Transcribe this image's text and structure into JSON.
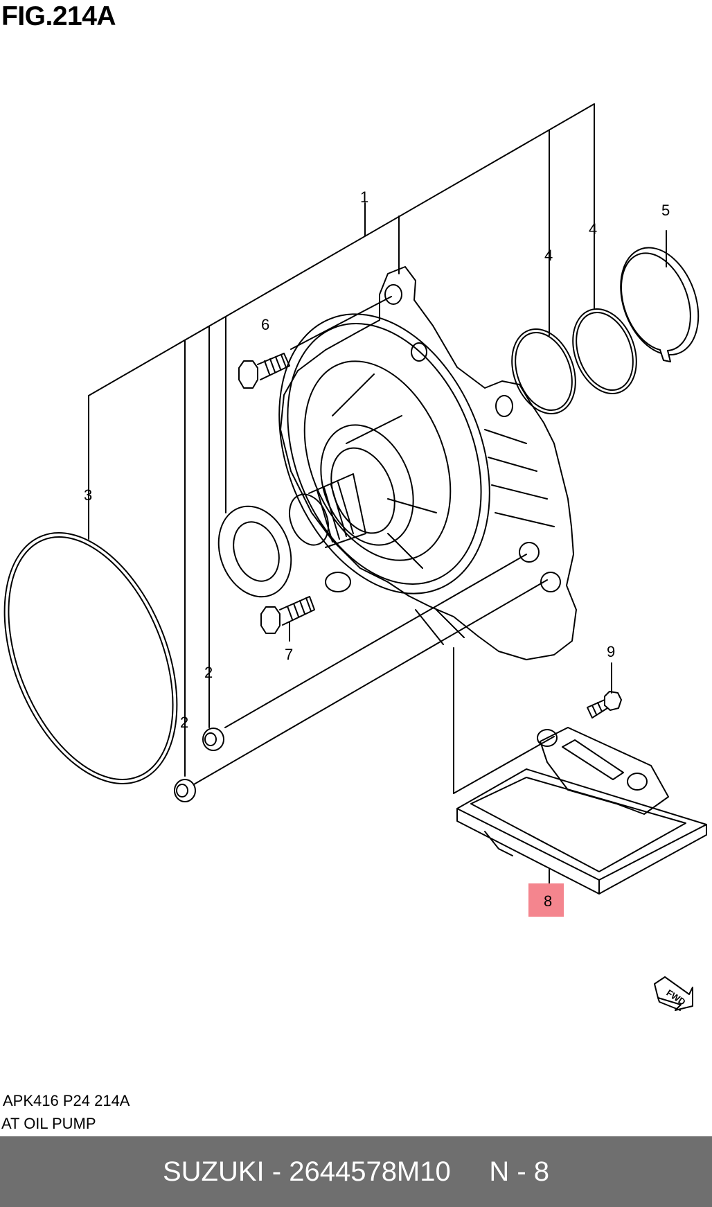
{
  "figure": {
    "title": "FIG.214A",
    "callouts": {
      "c1": "1",
      "c2a": "2",
      "c2b": "2",
      "c3": "3",
      "c4a": "4",
      "c4b": "4",
      "c5": "5",
      "c6": "6",
      "c7": "7",
      "c8": "8",
      "c9": "9"
    },
    "highlight_color": "#f4858e",
    "fwd_label": "FWD"
  },
  "footer": {
    "code": "APK416 P24 214A",
    "description": "AT OIL PUMP"
  },
  "bottom_bar": {
    "text": "SUZUKI - 2644578M10     N - 8",
    "background": "#6f6f6f"
  }
}
